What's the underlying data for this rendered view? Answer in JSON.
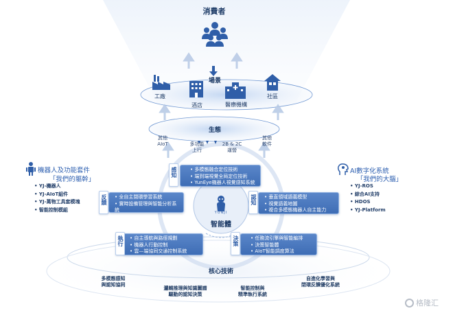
{
  "top": {
    "consumer_label": "消費者"
  },
  "scene": {
    "title": "場景",
    "places": [
      {
        "name": "工廠",
        "icon": "factory-icon"
      },
      {
        "name": "酒店",
        "icon": "hotel-icon"
      },
      {
        "name": "醫療機構",
        "icon": "hospital-icon"
      },
      {
        "name": "社區",
        "icon": "house-icon"
      }
    ]
  },
  "ecosystem": {
    "title": "生態",
    "labels": [
      "其他\nAIoT",
      "多功能\n上行",
      "2B & 2C\n運營",
      "其他\n軟件"
    ]
  },
  "left_panel": {
    "title_line1": "機器人及功能套件",
    "title_line2": "「我們的軀幹」",
    "items": [
      "YJ-機器人",
      "YJ-AIoT組件",
      "YJ-萬物工具套模塊",
      "智能控制模組"
    ]
  },
  "right_panel": {
    "title_line1": "AI數字化系統",
    "title_line2": "「我們的大腦」",
    "items": [
      "YJ-ROS",
      "綜合AI支持",
      "HDOS",
      "YJ-Platform"
    ]
  },
  "center": {
    "title": "智能體",
    "logo_text": "YUNJI"
  },
  "modules": {
    "perception": {
      "tag": "感知",
      "items": [
        "多模態融合定位技術",
        "端到端視覺全局定位技術",
        "YunEye機器人視覺感知系統"
      ]
    },
    "feedback": {
      "tag": "反饋",
      "items": [
        "全自主閉環學習系統",
        "實時設備管理與智能分析系統"
      ]
    },
    "cognition": {
      "tag": "認知",
      "items": [
        "垂直領域語義模型",
        "視覺語義地圖",
        "複合多模態機器人自主能力"
      ]
    },
    "execution": {
      "tag": "執行",
      "items": [
        "自主導航與路徑規劃",
        "機器人行動控制",
        "雲—端協同交通控制系統"
      ]
    },
    "decision": {
      "tag": "決策",
      "items": [
        "任務流引擎與智能編排",
        "決策智能體",
        "AIoT智能調度算法"
      ]
    }
  },
  "core": {
    "title": "核心技術",
    "items": [
      "多模態感知\n與認知協同",
      "邏輯推理與知識圖譜\n驅動的認知決策",
      "智能控制與\n精準執行系統",
      "自進化學習與\n閉環反饋優化系統"
    ]
  },
  "watermark": "格隆汇",
  "colors": {
    "accent": "#3e6db5",
    "title": "#1c3a66",
    "side_title": "#2d5fb0"
  }
}
